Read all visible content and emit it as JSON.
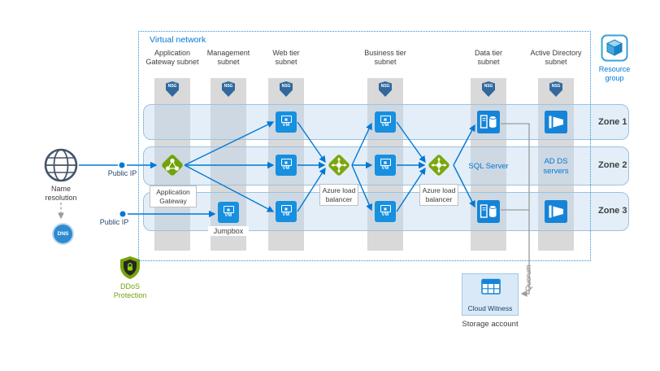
{
  "virtual_network": {
    "label": "Virtual network"
  },
  "resource_group": {
    "line1": "Resource",
    "line2": "group"
  },
  "nsg_label": "NSG",
  "vm_label": "VM",
  "subnets": [
    {
      "line1": "Application",
      "line2": "Gateway subnet"
    },
    {
      "line1": "Management",
      "line2": "subnet"
    },
    {
      "line1": "Web tier",
      "line2": "subnet"
    },
    {
      "line1": "Business tier",
      "line2": "subnet"
    },
    {
      "line1": "Data tier",
      "line2": "subnet"
    },
    {
      "line1": "Active Directory",
      "line2": "subnet"
    }
  ],
  "zones": [
    {
      "label": "Zone 1"
    },
    {
      "label": "Zone 2"
    },
    {
      "label": "Zone 3"
    }
  ],
  "internet": {
    "name_resolution_line1": "Name",
    "name_resolution_line2": "resolution",
    "dns_label": "DNS",
    "public_ip_upper": "Public IP",
    "public_ip_lower": "Public IP"
  },
  "nodes": {
    "application_gateway_line1": "Application",
    "application_gateway_line2": "Gateway",
    "jumpbox": "Jumpbox",
    "load_balancer_line1": "Azure load",
    "load_balancer_line2": "balancer",
    "sql_server": "SQL Server",
    "ad_ds_line1": "AD DS",
    "ad_ds_line2": "servers"
  },
  "ddos": {
    "line1": "DDoS",
    "line2": "Protection"
  },
  "witness": {
    "cloud_witness": "Cloud Witness",
    "storage_account": "Storage account",
    "quorum": "Quorum"
  },
  "colors": {
    "azure_blue": "#0078d4",
    "vm_blue": "#1790e0",
    "green": "#76a30b",
    "subnet_gray": "#d9d9d9",
    "zone_fill": "#bdd7ee",
    "zone_border": "#9cc2e0",
    "line_gray": "#9b9b9b"
  }
}
